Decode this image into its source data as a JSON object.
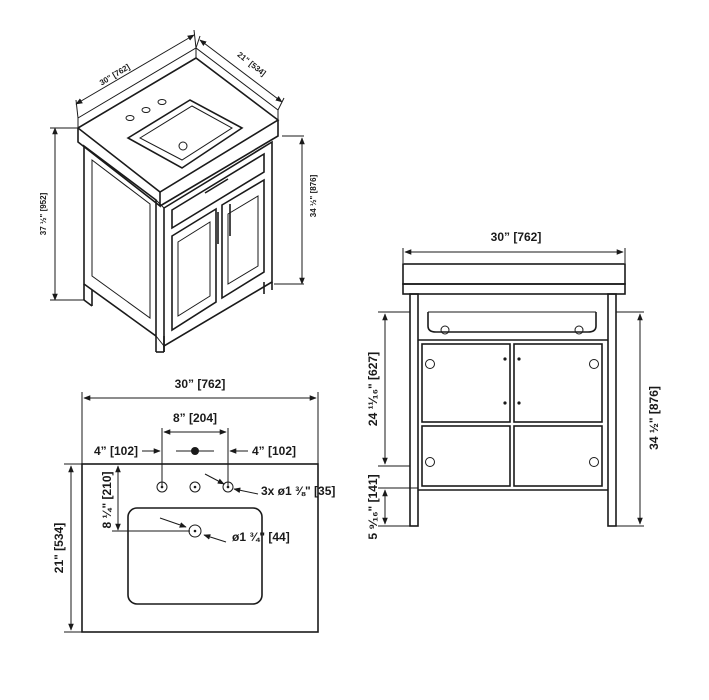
{
  "iso_view": {
    "width_label": "30\" [762]",
    "depth_label": "21\" [534]",
    "overall_height_label": "37 ½\" [952]",
    "cabinet_height_label": "34 ½\" [876]"
  },
  "front_view": {
    "width_label": "30” [762]",
    "height_label": "34 ½\" [876]",
    "door_height_label": "24 ¹¹⁄₁₆\" [627]",
    "kick_height_label": "5 ⁹⁄₁₆\" [141]"
  },
  "top_view": {
    "width_label": "30” [762]",
    "depth_label": "21\" [534]",
    "faucet_spread_label": "8” [204]",
    "left_offset_label": "4” [102]",
    "right_offset_label": "4” [102]",
    "hole_depth_label": "8 ¼\" [210]",
    "faucet_holes_label": "3x ø1 ⅜\" [35]",
    "drain_label": "ø1 ¾\" [44]"
  }
}
